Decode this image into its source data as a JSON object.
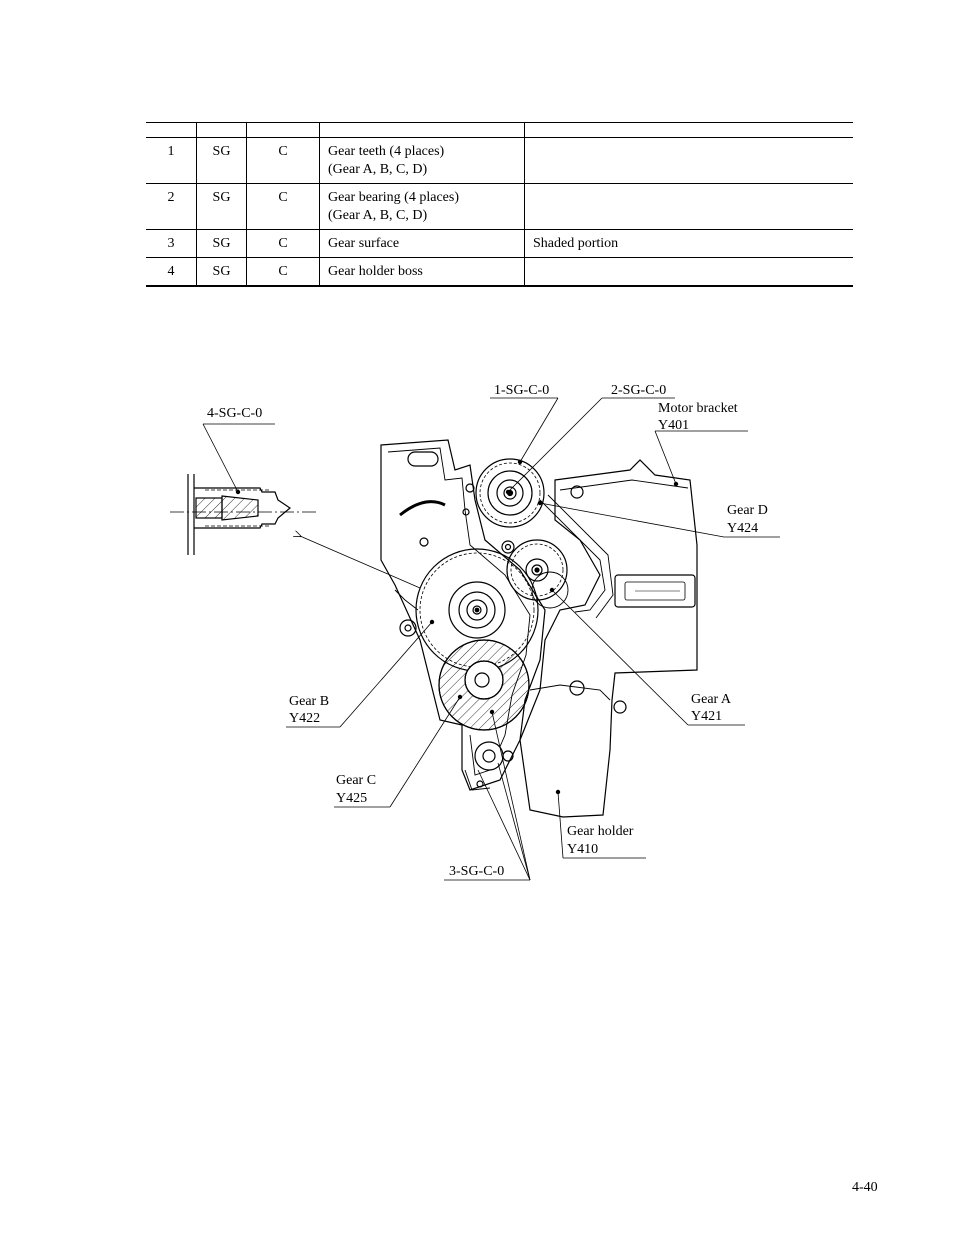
{
  "table": {
    "rows": [
      {
        "no": "1",
        "grease": "SG",
        "class": "C",
        "point": [
          "Gear teeth (4 places)",
          "(Gear A, B, C, D)"
        ],
        "remarks": ""
      },
      {
        "no": "2",
        "grease": "SG",
        "class": "C",
        "point": [
          "Gear bearing (4 places)",
          "(Gear A, B, C, D)"
        ],
        "remarks": ""
      },
      {
        "no": "3",
        "grease": "SG",
        "class": "C",
        "point": [
          "Gear surface"
        ],
        "remarks": "Shaded portion"
      },
      {
        "no": "4",
        "grease": "SG",
        "class": "C",
        "point": [
          "Gear holder boss"
        ],
        "remarks": ""
      }
    ]
  },
  "figure": {
    "callouts": {
      "c4": "4-SG-C-0",
      "c1": "1-SG-C-0",
      "c2": "2-SG-C-0",
      "c3": "3-SG-C-0"
    },
    "parts": {
      "motor_bracket": [
        "Motor bracket",
        "Y401"
      ],
      "gear_d": [
        "Gear D",
        "Y424"
      ],
      "gear_a": [
        "Gear A",
        "Y421"
      ],
      "gear_b": [
        "Gear B",
        "Y422"
      ],
      "gear_c": [
        "Gear C",
        "Y425"
      ],
      "gear_holder": [
        "Gear holder",
        "Y410"
      ]
    }
  },
  "page_number": "4-40"
}
